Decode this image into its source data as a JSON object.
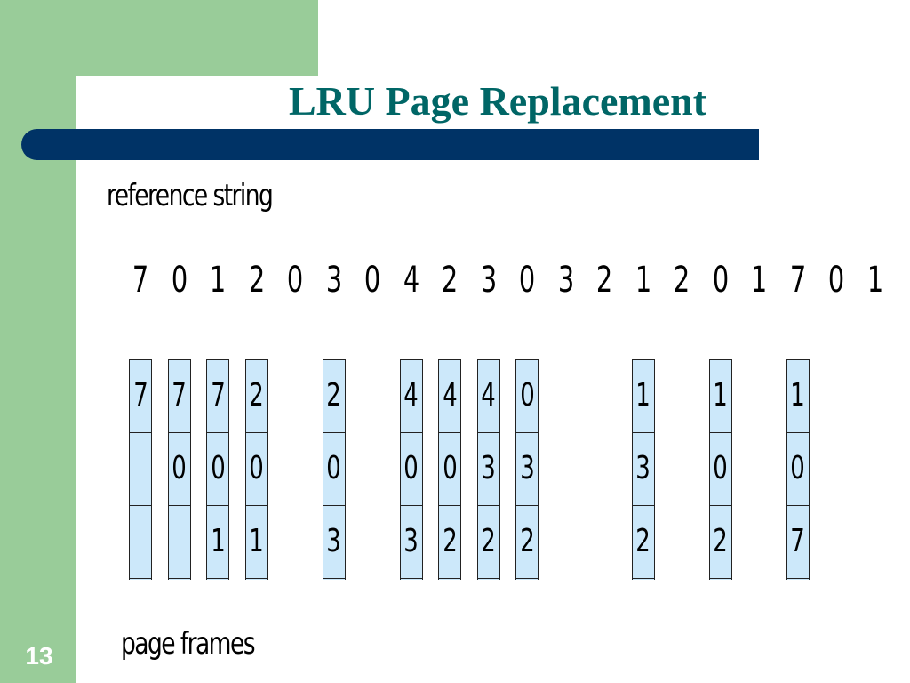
{
  "slide": {
    "title": "LRU Page Replacement",
    "number": "13",
    "colors": {
      "accent_green": "#99cc99",
      "bar_navy": "#003366",
      "title_teal": "#006666",
      "frame_fill": "#cce8fa"
    }
  },
  "diagram": {
    "reference_label": "reference string",
    "frames_label": "page frames",
    "reference_string": [
      "7",
      "0",
      "1",
      "2",
      "0",
      "3",
      "0",
      "4",
      "2",
      "3",
      "0",
      "3",
      "2",
      "1",
      "2",
      "0",
      "1",
      "7",
      "0",
      "1"
    ],
    "frame_columns": [
      {
        "step": 0,
        "frames": [
          "7",
          "",
          ""
        ]
      },
      {
        "step": 1,
        "frames": [
          "7",
          "0",
          ""
        ]
      },
      {
        "step": 2,
        "frames": [
          "7",
          "0",
          "1"
        ]
      },
      {
        "step": 3,
        "frames": [
          "2",
          "0",
          "1"
        ]
      },
      {
        "step": 5,
        "frames": [
          "2",
          "0",
          "3"
        ]
      },
      {
        "step": 7,
        "frames": [
          "4",
          "0",
          "3"
        ]
      },
      {
        "step": 8,
        "frames": [
          "4",
          "0",
          "2"
        ]
      },
      {
        "step": 9,
        "frames": [
          "4",
          "3",
          "2"
        ]
      },
      {
        "step": 10,
        "frames": [
          "0",
          "3",
          "2"
        ]
      },
      {
        "step": 13,
        "frames": [
          "1",
          "3",
          "2"
        ]
      },
      {
        "step": 15,
        "frames": [
          "1",
          "0",
          "2"
        ]
      },
      {
        "step": 17,
        "frames": [
          "1",
          "0",
          "7"
        ]
      }
    ]
  }
}
